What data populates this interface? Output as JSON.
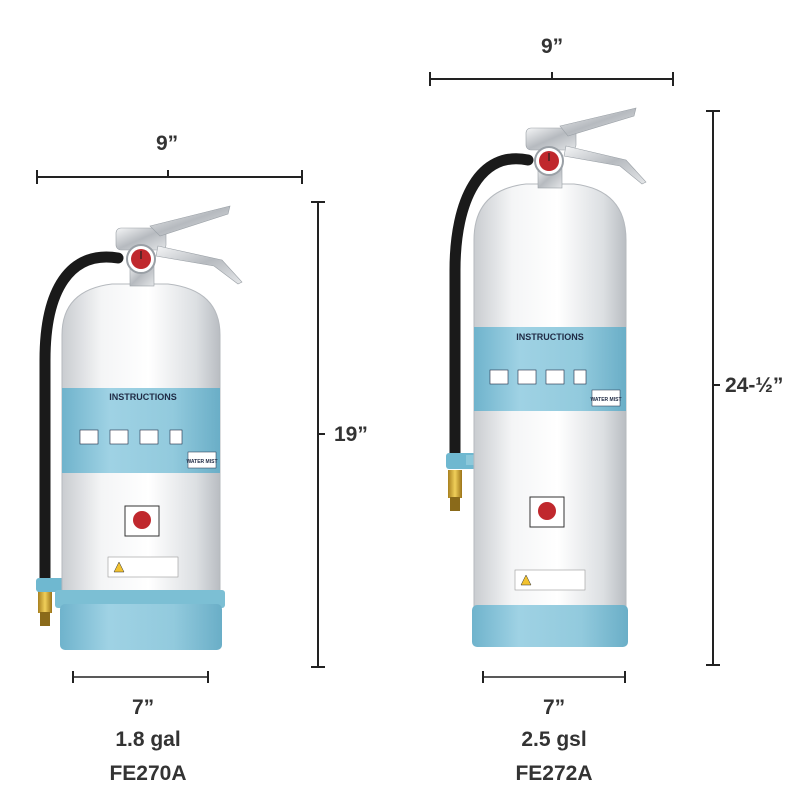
{
  "products": [
    {
      "top_width": "9”",
      "height": "19”",
      "base_width": "7”",
      "capacity": "1.8 gal",
      "model": "FE270A",
      "instructions_title": "INSTRUCTIONS",
      "badge_text": "WATER MIST"
    },
    {
      "top_width": "9”",
      "height": "24-½”",
      "base_width": "7”",
      "capacity": "2.5 gsl",
      "model": "FE272A",
      "instructions_title": "INSTRUCTIONS",
      "badge_text": "WATER MIST"
    }
  ],
  "colors": {
    "cylinder": "#eef0f2",
    "label_band": "#8ec6dc",
    "base": "#8cc8da",
    "hose": "#1a1a1a",
    "chrome": "#c9ccd0",
    "gauge": "#c0282d",
    "dimension_line": "#222222"
  }
}
